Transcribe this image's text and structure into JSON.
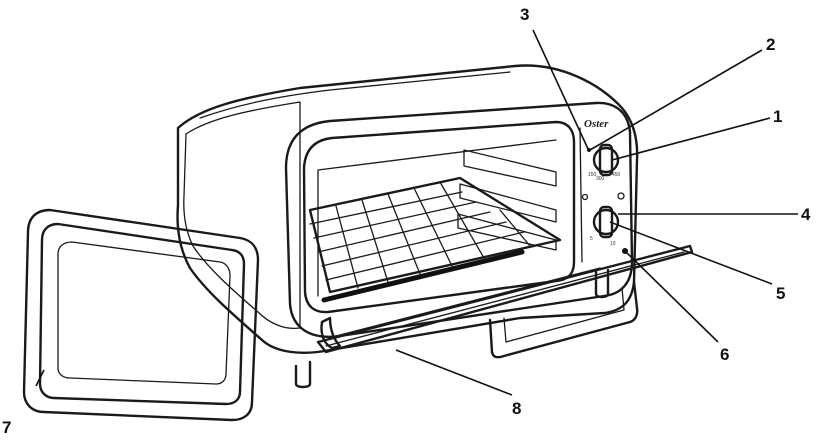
{
  "brand": "Oster",
  "callouts": [
    {
      "id": "1",
      "label": "1"
    },
    {
      "id": "2",
      "label": "2"
    },
    {
      "id": "3",
      "label": "3"
    },
    {
      "id": "4",
      "label": "4"
    },
    {
      "id": "5",
      "label": "5"
    },
    {
      "id": "6",
      "label": "6"
    },
    {
      "id": "7",
      "label": "7"
    },
    {
      "id": "8",
      "label": "8"
    }
  ]
}
